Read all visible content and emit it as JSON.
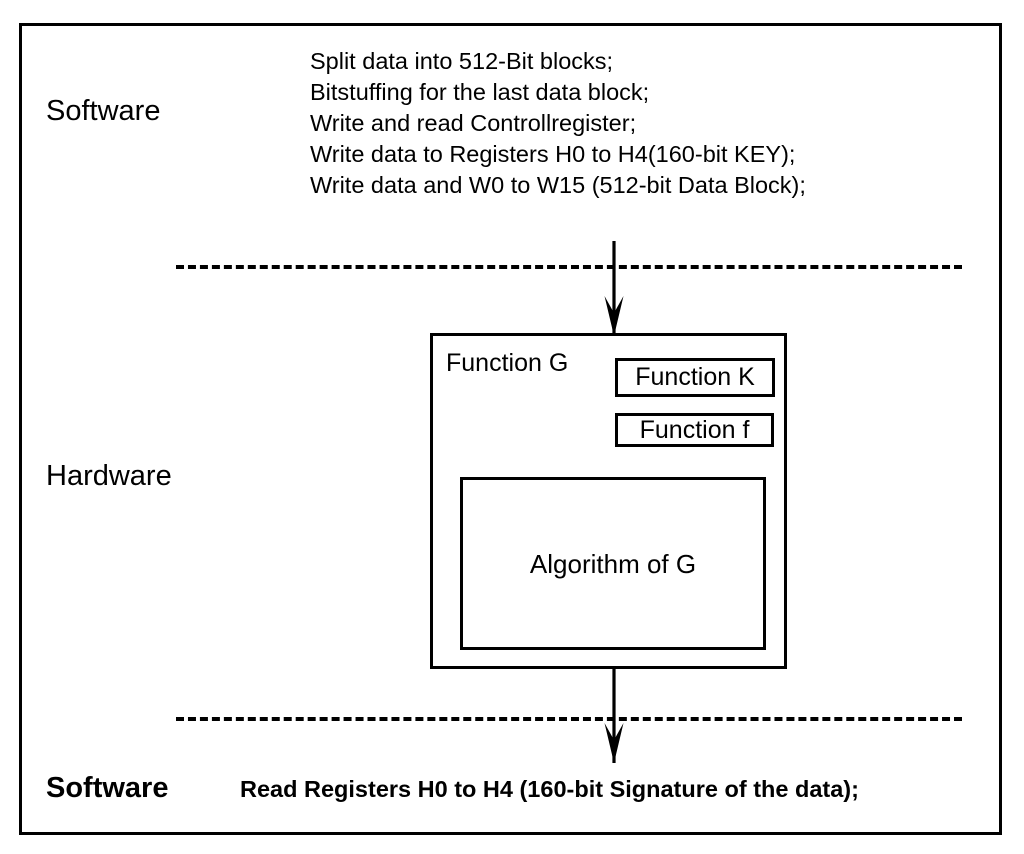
{
  "diagram": {
    "title_labels": {
      "software_top": "Software",
      "hardware": "Hardware",
      "software_bottom": "Software"
    },
    "software_tasks": [
      "Split data into 512-Bit blocks;",
      "Bitstuffing for the last data block;",
      "Write and read Controllregister;",
      "Write data to Registers H0 to H4(160-bit KEY);",
      "Write data and W0 to W15 (512-bit Data Block);"
    ],
    "hardware": {
      "function_g_label": "Function G",
      "function_k_label": "Function K",
      "function_f_label": "Function f",
      "algorithm_label": "Algorithm of G"
    },
    "software_bottom_text": "Read Registers H0 to H4 (160-bit Signature of the data);",
    "colors": {
      "stroke": "#000000",
      "background": "#ffffff"
    }
  }
}
